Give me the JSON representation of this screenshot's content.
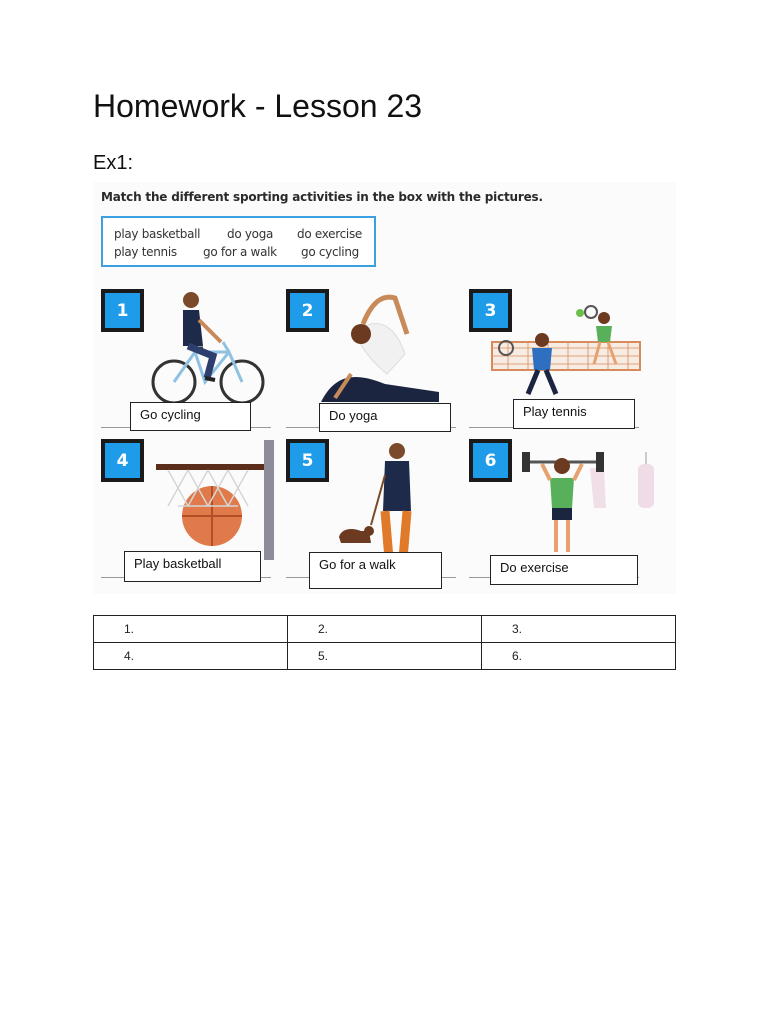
{
  "title": "Homework - Lesson 23",
  "exercise_label": "Ex1:",
  "worksheet": {
    "instruction": "Match the different sporting activities in the box with the pictures.",
    "word_box": [
      "play basketball",
      "do yoga",
      "do exercise",
      "play tennis",
      "go for a walk",
      "go cycling"
    ],
    "picture_numbers": [
      "1",
      "2",
      "3",
      "4",
      "5",
      "6"
    ],
    "answers": [
      "Go cycling",
      "Do yoga",
      "Play tennis",
      "Play basketball",
      "Go for a walk",
      "Do exercise"
    ]
  },
  "answer_table": {
    "rows": [
      [
        "1.",
        "2.",
        "3."
      ],
      [
        "4.",
        "5.",
        "6."
      ]
    ]
  },
  "colors": {
    "number_badge": "#1e9be9",
    "word_box_border": "#3aa0e0"
  }
}
